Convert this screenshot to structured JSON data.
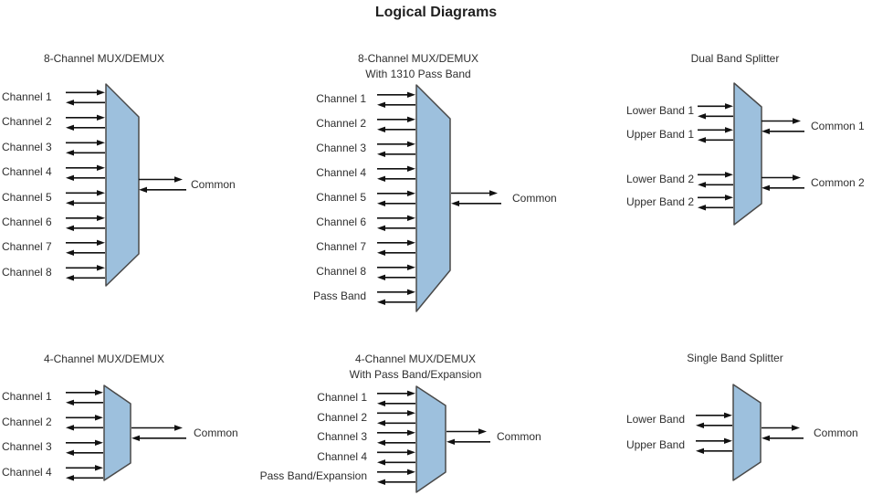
{
  "title": "Logical Diagrams",
  "colors": {
    "shape_fill": "#9dc0dd",
    "shape_border": "#4a4a4a",
    "arrow": "#111111",
    "text": "#2e2e2e"
  },
  "diagrams": [
    {
      "id": "mux8",
      "title": "8-Channel MUX/DEMUX",
      "subtitle": "",
      "left_ports": [
        "Channel 1",
        "Channel 2",
        "Channel 3",
        "Channel 4",
        "Channel 5",
        "Channel 6",
        "Channel 7",
        "Channel 8"
      ],
      "right_ports": [
        "Common"
      ]
    },
    {
      "id": "mux8-passband",
      "title": "8-Channel MUX/DEMUX",
      "subtitle": "With 1310 Pass Band",
      "left_ports": [
        "Channel 1",
        "Channel 2",
        "Channel 3",
        "Channel 4",
        "Channel 5",
        "Channel 6",
        "Channel 7",
        "Channel 8",
        "Pass Band"
      ],
      "right_ports": [
        "Common"
      ]
    },
    {
      "id": "dual-band-splitter",
      "title": "Dual Band Splitter",
      "subtitle": "",
      "left_ports": [
        "Lower Band 1",
        "Upper Band 1",
        "Lower Band 2",
        "Upper Band 2"
      ],
      "right_ports": [
        "Common 1",
        "Common 2"
      ]
    },
    {
      "id": "mux4",
      "title": "4-Channel MUX/DEMUX",
      "subtitle": "",
      "left_ports": [
        "Channel 1",
        "Channel 2",
        "Channel 3",
        "Channel 4"
      ],
      "right_ports": [
        "Common"
      ]
    },
    {
      "id": "mux4-passband",
      "title": "4-Channel MUX/DEMUX",
      "subtitle": "With Pass Band/Expansion",
      "left_ports": [
        "Channel 1",
        "Channel 2",
        "Channel 3",
        "Channel 4",
        "Pass Band/Expansion"
      ],
      "right_ports": [
        "Common"
      ]
    },
    {
      "id": "single-band-splitter",
      "title": "Single Band Splitter",
      "subtitle": "",
      "left_ports": [
        "Lower Band",
        "Upper Band"
      ],
      "right_ports": [
        "Common"
      ]
    }
  ]
}
